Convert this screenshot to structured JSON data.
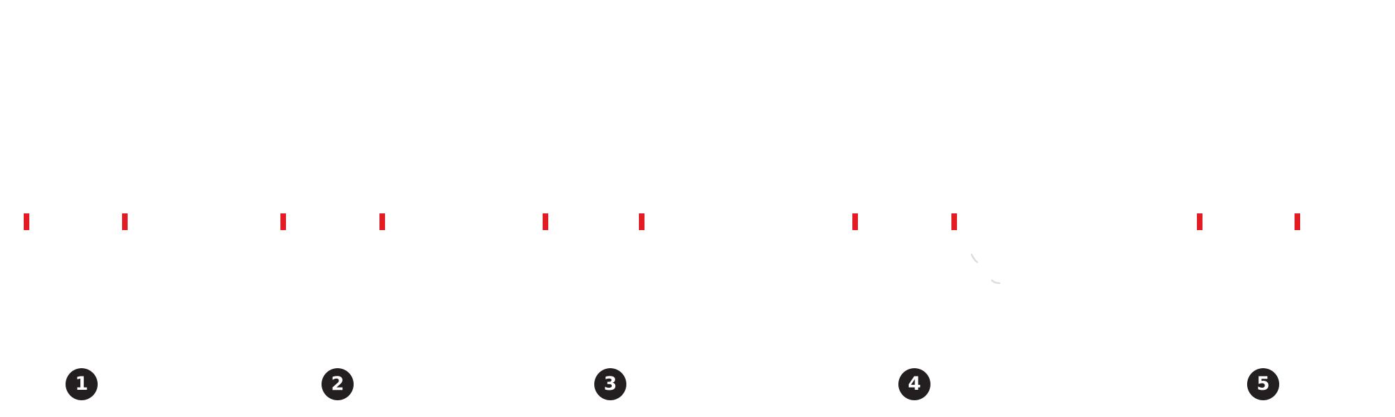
{
  "colors": {
    "marker": "#e31b23",
    "badge": "#231f20",
    "badge_text": "#ffffff",
    "background": "#ffffff"
  },
  "steps": [
    {
      "label": "1"
    },
    {
      "label": "2"
    },
    {
      "label": "3"
    },
    {
      "label": "4"
    },
    {
      "label": "5"
    }
  ]
}
